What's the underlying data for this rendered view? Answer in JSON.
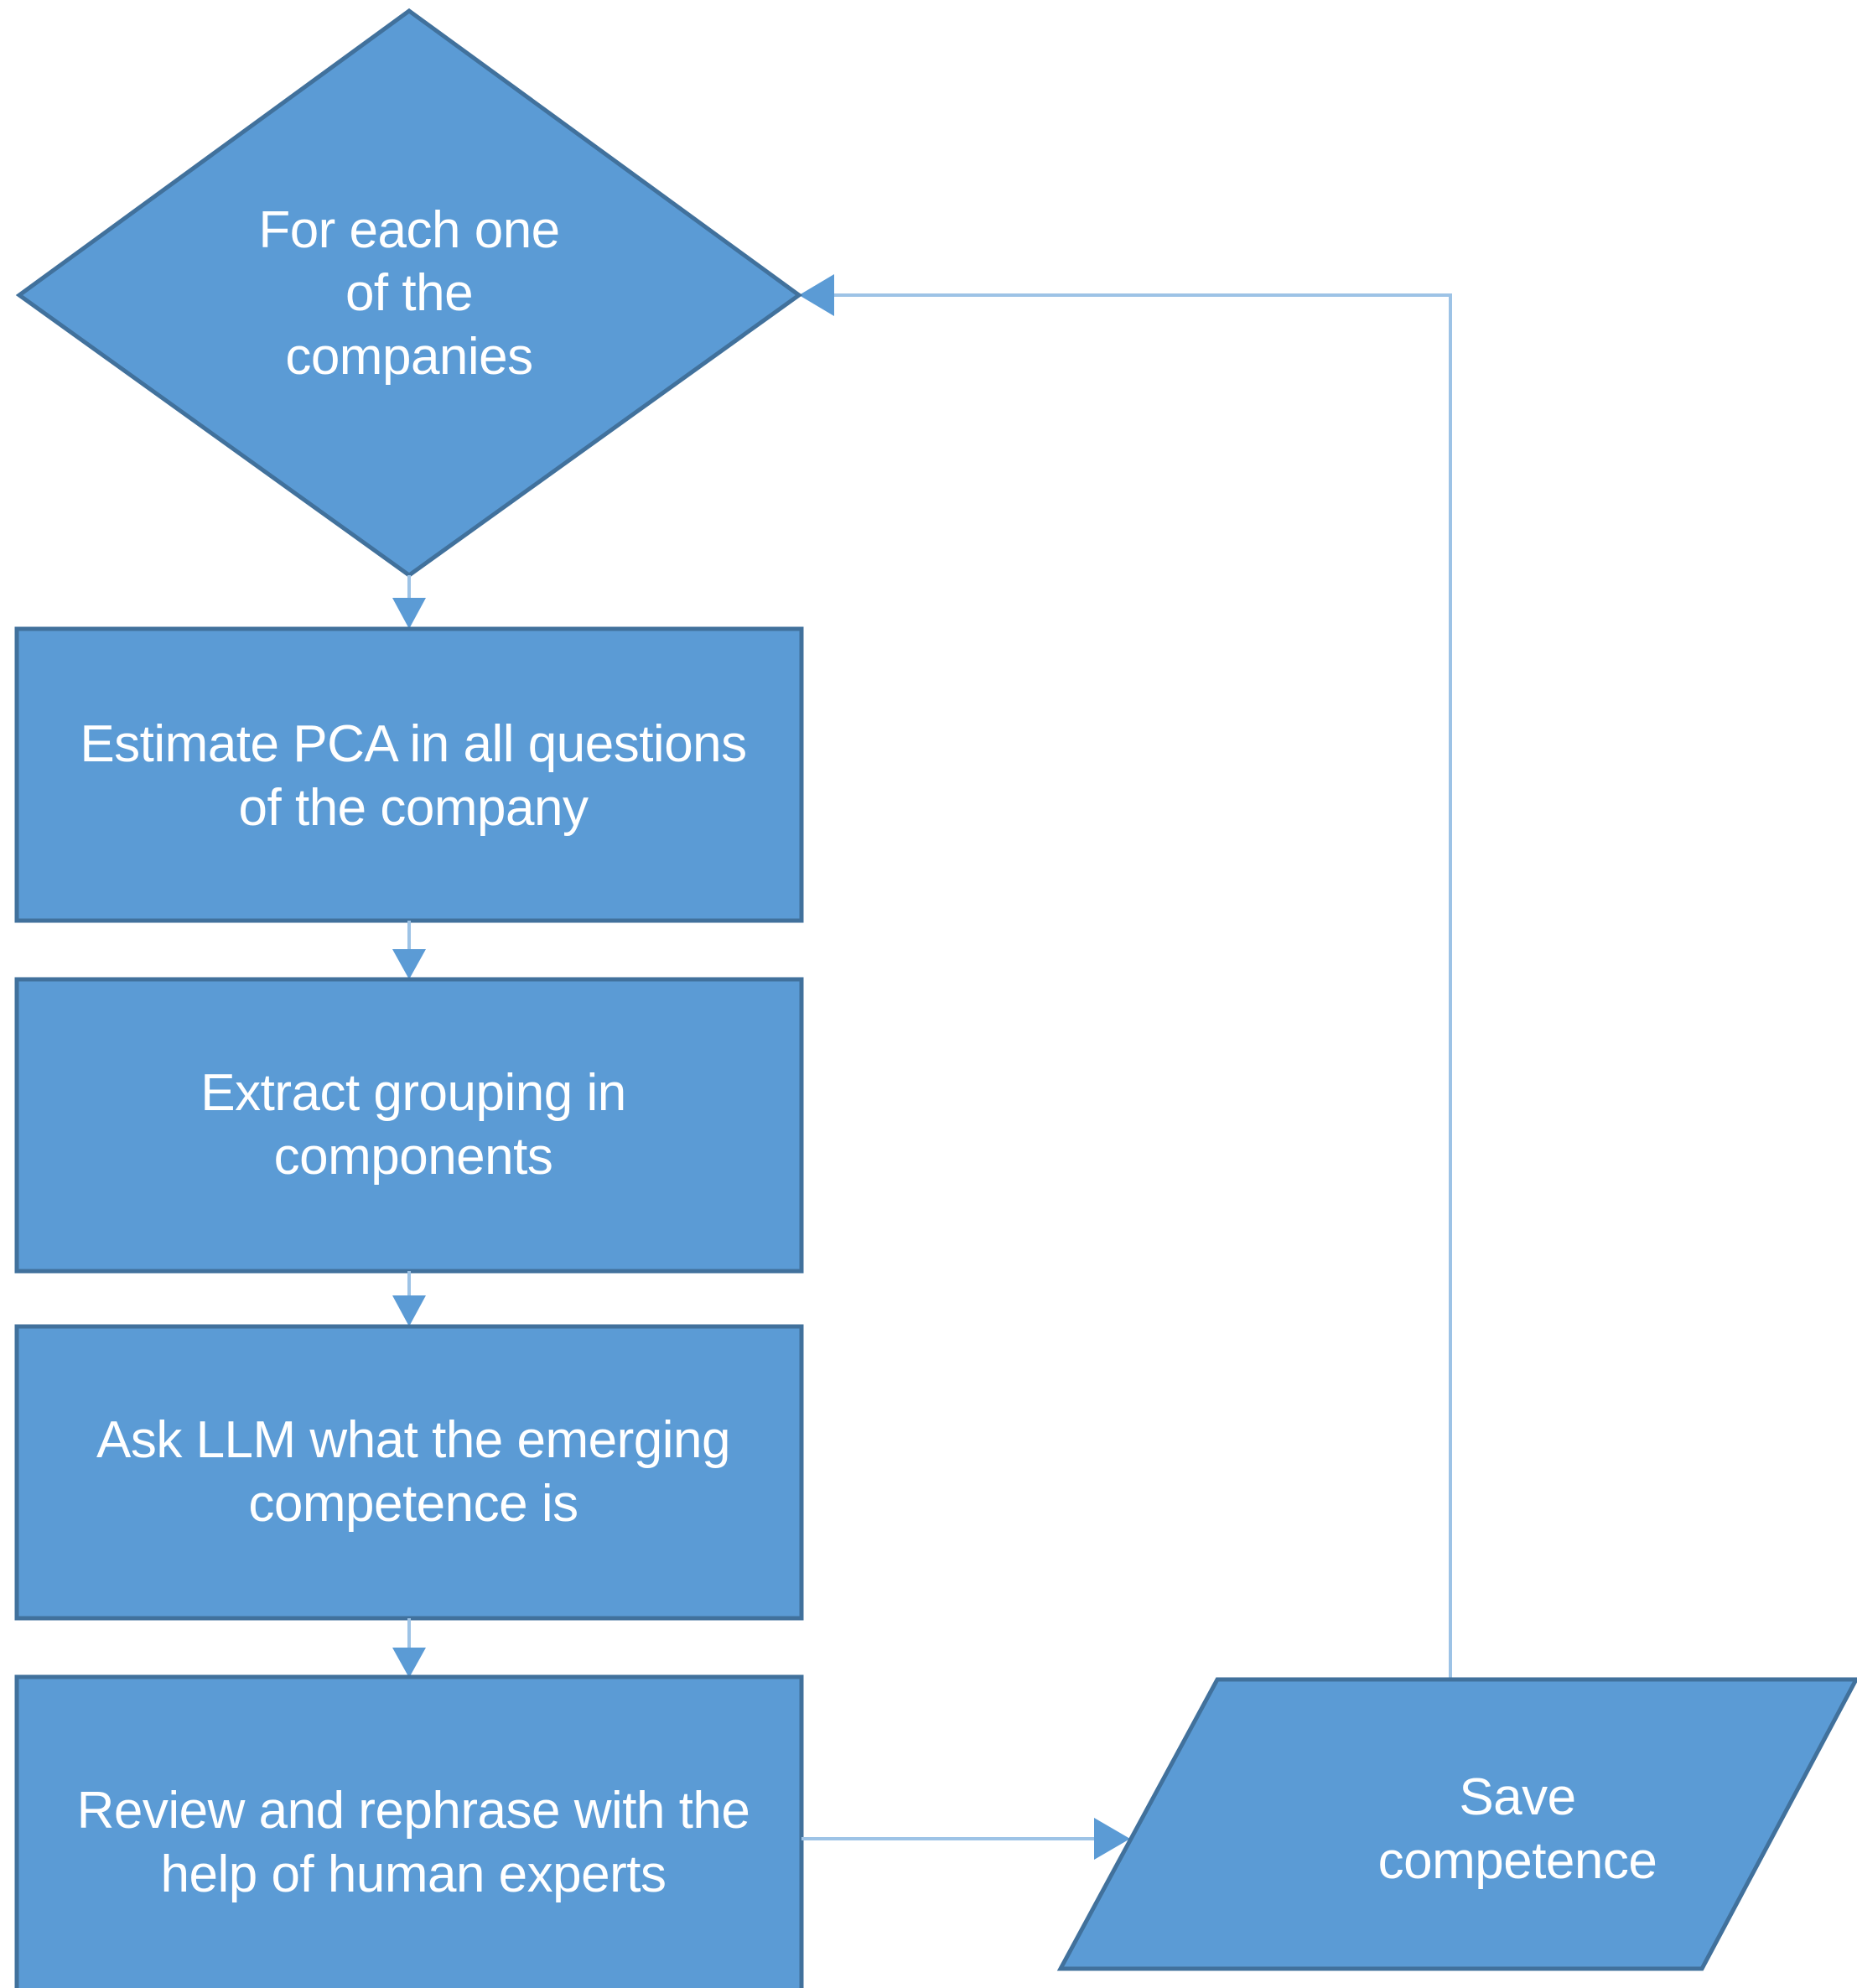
{
  "diagram": {
    "title": "Competence extraction flowchart",
    "colors": {
      "shape_fill": "#5B9BD5",
      "shape_stroke": "#41719C",
      "connector": "#9DC3E6",
      "label_text": "#FFFFFF",
      "background": "#FFFFFF"
    },
    "nodes": [
      {
        "id": "decision-companies",
        "shape": "diamond",
        "label": "For each one\nof the\ncompanies"
      },
      {
        "id": "process-estimate-pca",
        "shape": "rectangle",
        "label": "Estimate PCA in all questions\nof the company"
      },
      {
        "id": "process-extract-grouping",
        "shape": "rectangle",
        "label": "Extract grouping in\ncomponents"
      },
      {
        "id": "process-ask-llm",
        "shape": "rectangle",
        "label": "Ask LLM what the emerging\ncompetence is"
      },
      {
        "id": "process-review-rephrase",
        "shape": "rectangle",
        "label": "Review and rephrase with the\nhelp of human experts"
      },
      {
        "id": "data-save-competence",
        "shape": "parallelogram",
        "label": "Save\ncompetence"
      }
    ],
    "edges": [
      {
        "id": "edge-decision-to-pca",
        "from": "decision-companies",
        "to": "process-estimate-pca",
        "style": "straight-down",
        "label": ""
      },
      {
        "id": "edge-pca-to-grouping",
        "from": "process-estimate-pca",
        "to": "process-extract-grouping",
        "style": "straight-down",
        "label": ""
      },
      {
        "id": "edge-grouping-to-llm",
        "from": "process-extract-grouping",
        "to": "process-ask-llm",
        "style": "straight-down",
        "label": ""
      },
      {
        "id": "edge-llm-to-review",
        "from": "process-ask-llm",
        "to": "process-review-rephrase",
        "style": "straight-down",
        "label": ""
      },
      {
        "id": "edge-review-to-save",
        "from": "process-review-rephrase",
        "to": "data-save-competence",
        "style": "straight-right",
        "label": ""
      },
      {
        "id": "edge-save-to-decision",
        "from": "data-save-competence",
        "to": "decision-companies",
        "style": "loop-back-up-left",
        "label": ""
      }
    ]
  }
}
